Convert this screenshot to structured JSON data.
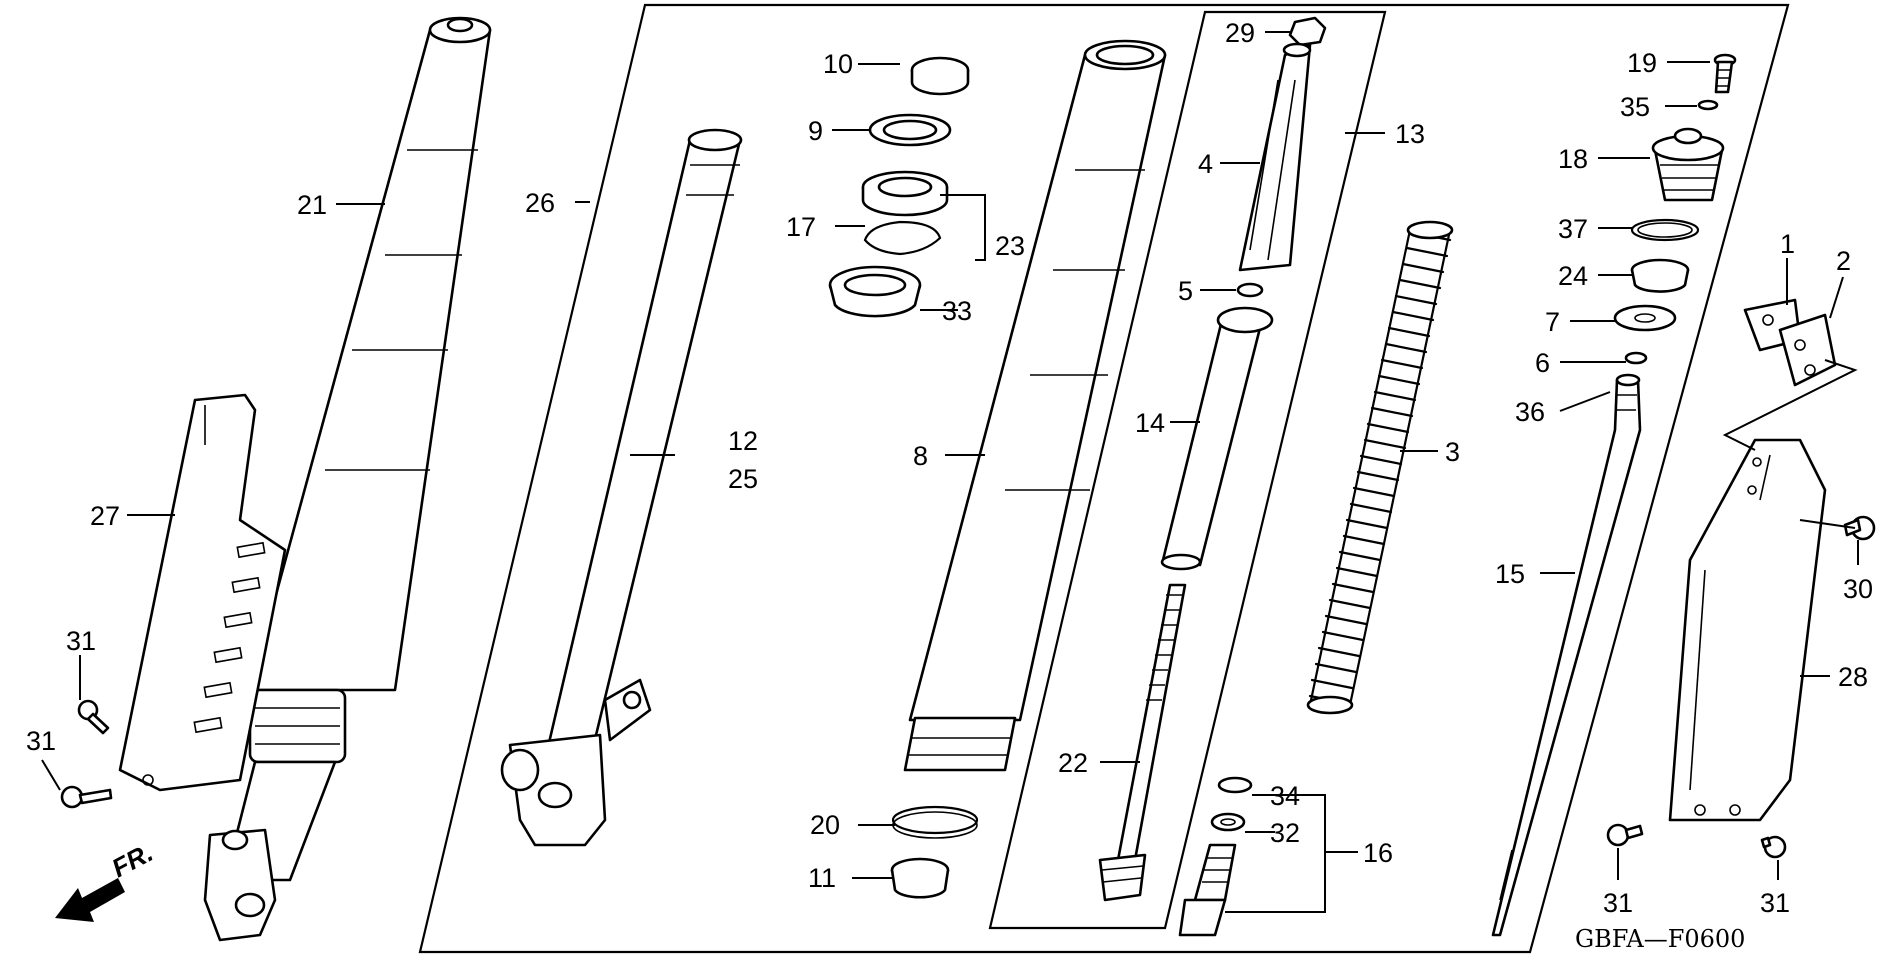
{
  "diagram_code": "GBFA—F0600",
  "direction_label": "FR.",
  "labels": {
    "l1": "1",
    "l2": "2",
    "l3": "3",
    "l4": "4",
    "l5": "5",
    "l6": "6",
    "l7": "7",
    "l8": "8",
    "l9": "9",
    "l10": "10",
    "l11": "11",
    "l12": "12",
    "l25": "25",
    "l13": "13",
    "l14": "14",
    "l15": "15",
    "l16": "16",
    "l17": "17",
    "l18": "18",
    "l19": "19",
    "l20": "20",
    "l21": "21",
    "l22": "22",
    "l23": "23",
    "l24": "24",
    "l26": "26",
    "l27": "27",
    "l28": "28",
    "l29": "29",
    "l30": "30",
    "l31a": "31",
    "l31b": "31",
    "l31c": "31",
    "l31d": "31",
    "l32": "32",
    "l33": "33",
    "l34": "34",
    "l35": "35",
    "l36": "36",
    "l37": "37"
  }
}
